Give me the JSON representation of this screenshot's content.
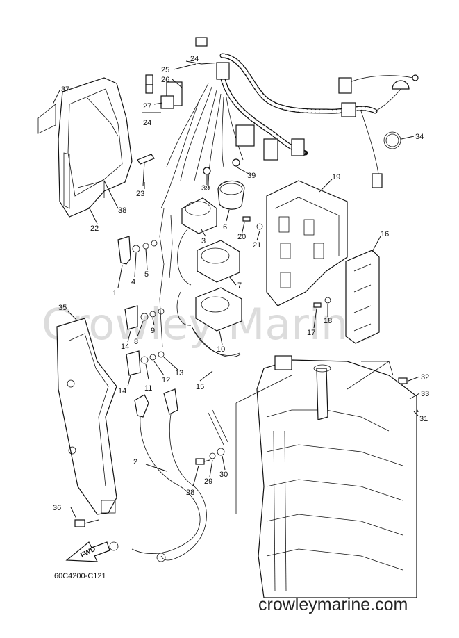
{
  "watermark": "Crowley Marine",
  "drawing_code": "60C4200-C121",
  "site_url": "crowleymarine.com",
  "fwd_label": "FWD",
  "callouts": [
    "1",
    "2",
    "3",
    "4",
    "5",
    "6",
    "7",
    "8",
    "9",
    "10",
    "11",
    "12",
    "13",
    "14",
    "14",
    "15",
    "16",
    "17",
    "18",
    "19",
    "20",
    "21",
    "22",
    "23",
    "24",
    "24",
    "25",
    "26",
    "27",
    "28",
    "29",
    "30",
    "31",
    "32",
    "33",
    "34",
    "35",
    "36",
    "37",
    "38",
    "39",
    "39"
  ]
}
